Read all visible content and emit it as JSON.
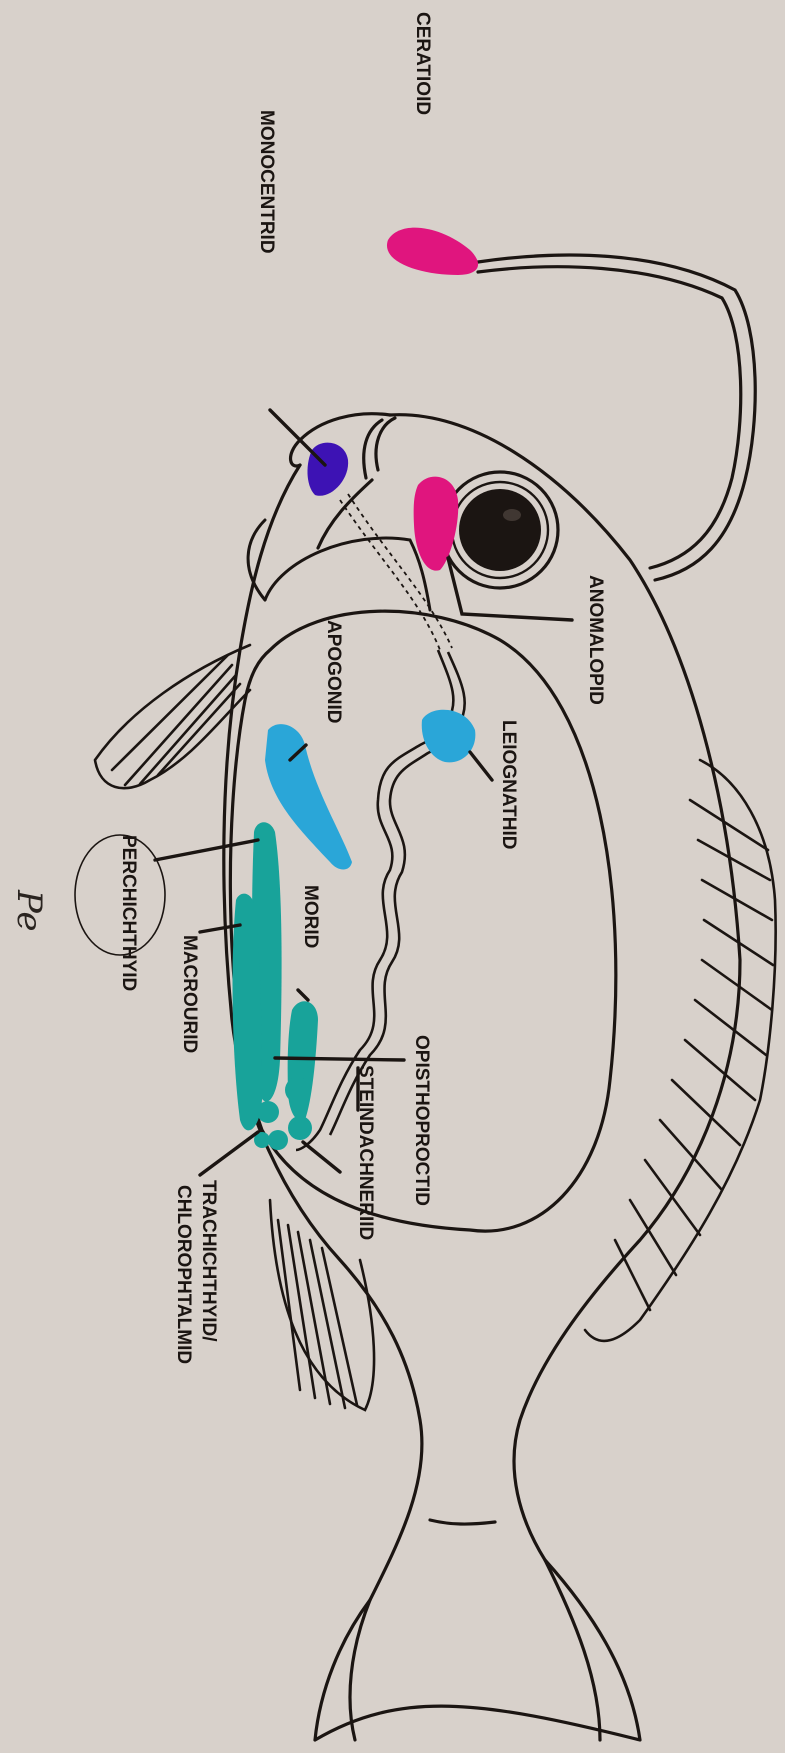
{
  "diagram": {
    "colors": {
      "background": "#d8d1cb",
      "ink": "#1b1512",
      "magenta": "#e0157e",
      "violet": "#3d12b4",
      "cyan": "#2aa6d8",
      "teal": "#18a39a"
    },
    "labels": {
      "ceratioid": "CERATIOID",
      "monocentrid": "MONOCENTRID",
      "anomalopid": "ANOMALOPID",
      "apogonid": "APOGONID",
      "leiognathid": "LEIOGNATHID",
      "morid": "MORID",
      "perchichthyid": "PERCHICHTHYID",
      "macrourid": "MACROURID",
      "opisthoproctid": "OPISTHOPROCTID",
      "steindachneriid": "STEINDACHNERIID",
      "trachichthyid": "TRACHICHTHYID/",
      "chlorophtalmid": "CHLOROPHTALMID"
    },
    "signature_note": "Pe"
  }
}
